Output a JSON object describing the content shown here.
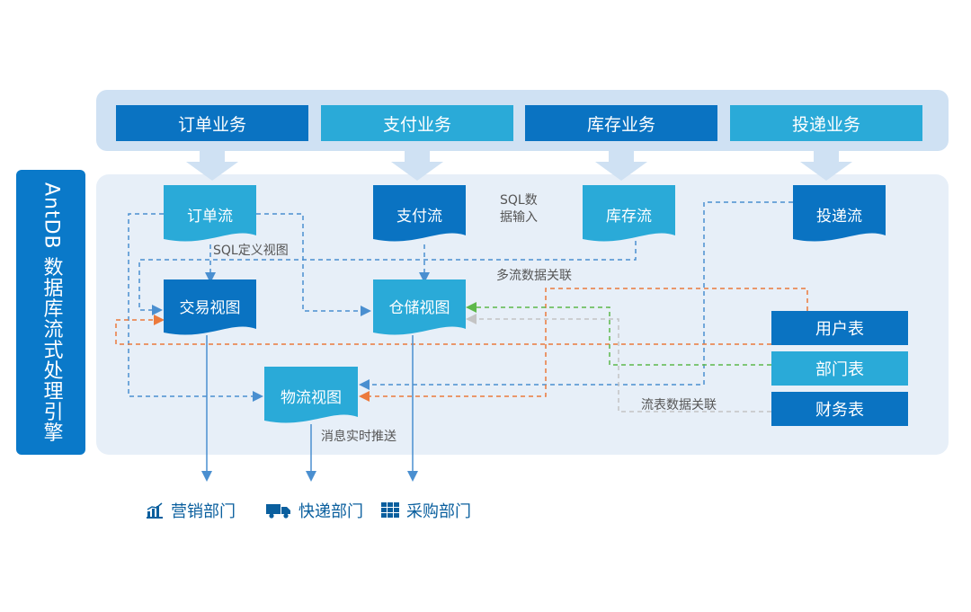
{
  "engine_label": "AntDB 数据库流式处理引擎",
  "business": [
    "订单业务",
    "支付业务",
    "库存业务",
    "投递业务"
  ],
  "streams": {
    "order": "订单流",
    "payment": "支付流",
    "inventory": "库存流",
    "delivery": "投递流"
  },
  "views": {
    "trade": "交易视图",
    "warehouse": "仓储视图",
    "logistics": "物流视图"
  },
  "tables": {
    "user": "用户表",
    "department": "部门表",
    "finance": "财务表"
  },
  "labels": {
    "sql_input_line1": "SQL数",
    "sql_input_line2": "据输入",
    "sql_view": "SQL定义视图",
    "multi_stream": "多流数据关联",
    "stream_table": "流表数据关联",
    "realtime_push": "消息实时推送"
  },
  "departments": {
    "marketing": "营销部门",
    "express": "快递部门",
    "purchasing": "采购部门"
  },
  "colors": {
    "dark_blue": "#0a73c2",
    "light_blue": "#2aaad8",
    "blue_line": "#4a8fd0",
    "orange_line": "#ec7a3c",
    "green_line": "#5db84a",
    "gray_line": "#c4c4c4"
  }
}
